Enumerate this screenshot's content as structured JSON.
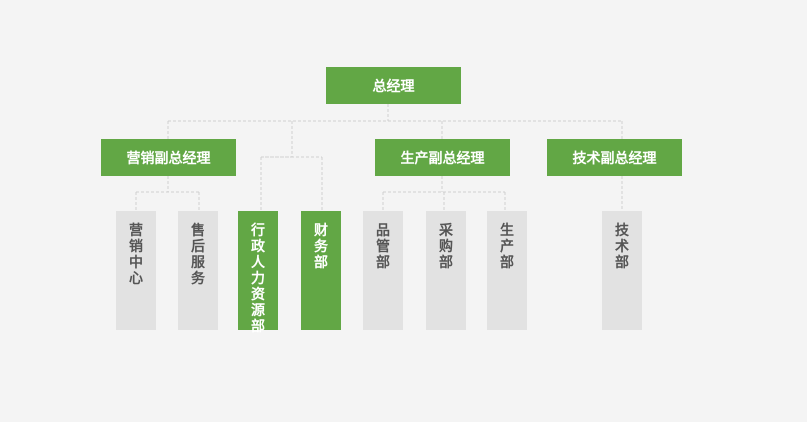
{
  "colors": {
    "green": "#62a745",
    "gray": "#e2e2e2",
    "line": "#cfcfcf",
    "background": "#f4f4f4"
  },
  "nodes": {
    "ceo": "总经理",
    "vp_marketing": "营销副总经理",
    "vp_production": "生产副总经理",
    "vp_technology": "技术副总经理",
    "marketing_center": "营销中心",
    "after_sales": "售后服务",
    "admin_hr": "行政人力资源部",
    "finance": "财务部",
    "quality": "品管部",
    "procurement": "采购部",
    "production": "生产部",
    "technology": "技术部"
  }
}
